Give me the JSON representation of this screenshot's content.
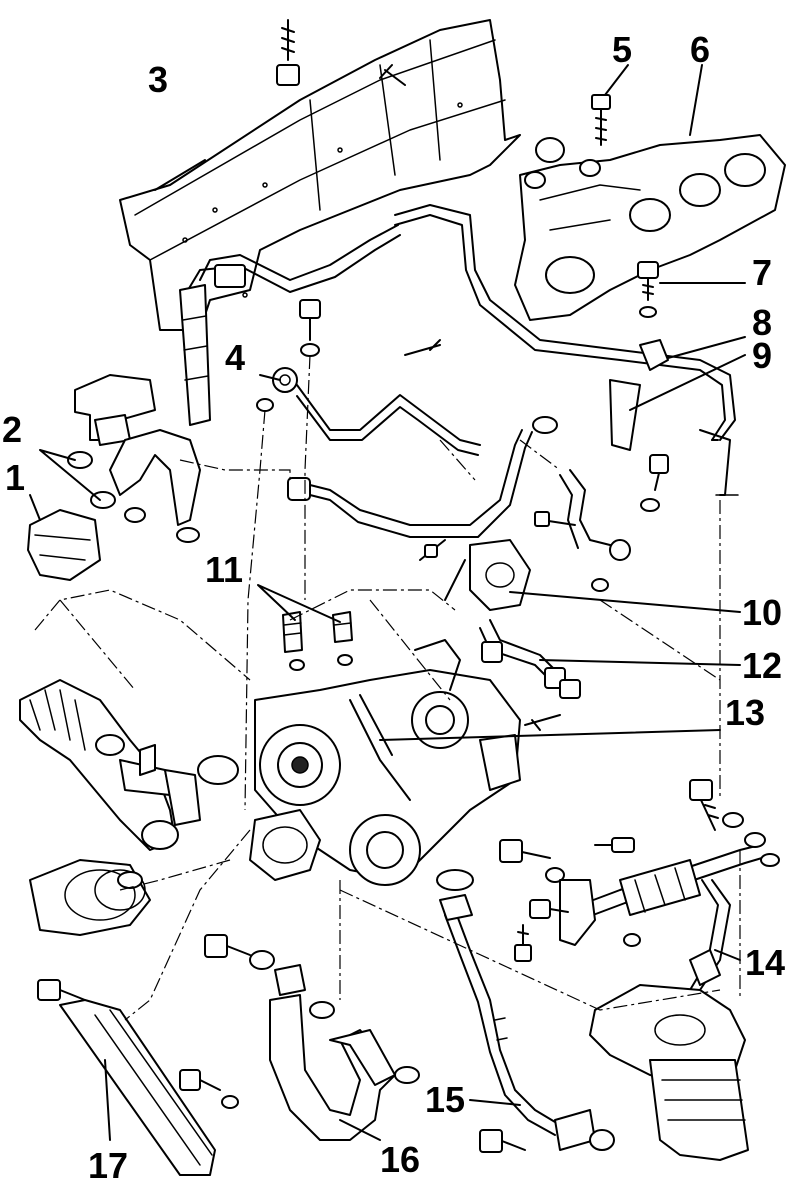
{
  "callouts": {
    "c1": "1",
    "c2": "2",
    "c3": "3",
    "c4": "4",
    "c5": "5",
    "c6": "6",
    "c7": "7",
    "c8": "8",
    "c9": "9",
    "c10": "10",
    "c11": "11",
    "c12": "12",
    "c13": "13",
    "c14": "14",
    "c15": "15",
    "c16": "16",
    "c17": "17"
  },
  "colors": {
    "ink": "#000000",
    "paper": "#ffffff"
  },
  "icons": [
    "heat-shield",
    "exhaust-manifold",
    "turbocharger",
    "oil-filter-housing",
    "bolt",
    "washer",
    "hose-clamp",
    "oil-pipe",
    "gasket"
  ]
}
